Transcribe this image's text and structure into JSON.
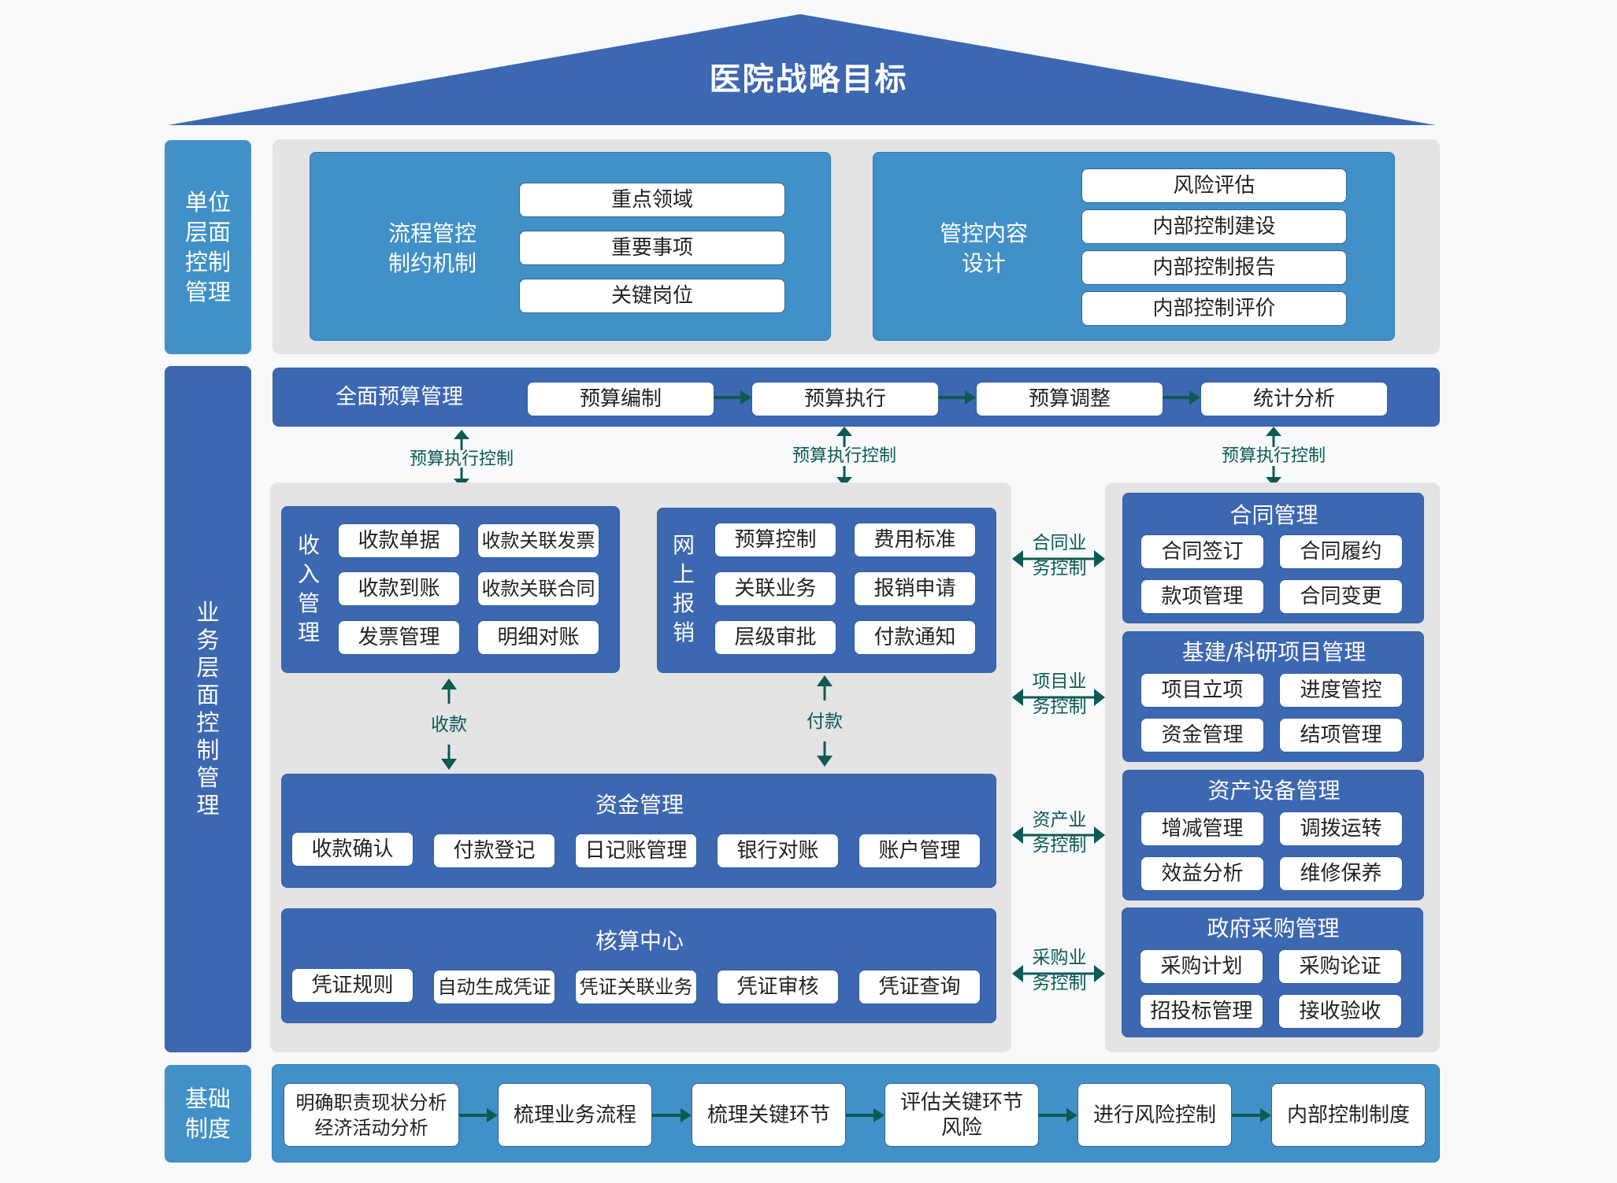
{
  "colors": {
    "roof": "#3c67b1",
    "light_blue": "#4191c8",
    "dark_blue": "#3c67b1",
    "panel_gray": "#e4e4e4",
    "arrow_teal": "#0d5a52",
    "background": "#f7f9fb"
  },
  "roof": {
    "title": "医院战略目标"
  },
  "unit_level": {
    "label": "单位层面控制管理",
    "label_lines": [
      "单位",
      "层面",
      "控制",
      "管理"
    ],
    "process": {
      "title_lines": [
        "流程管控",
        "制约机制"
      ],
      "items": [
        "重点领域",
        "重要事项",
        "关键岗位"
      ]
    },
    "content": {
      "title_lines": [
        "管控内容",
        "设计"
      ],
      "items": [
        "风险评估",
        "内部控制建设",
        "内部控制报告",
        "内部控制评价"
      ]
    }
  },
  "business_level": {
    "label_chars": [
      "业",
      "务",
      "层",
      "面",
      "控",
      "制",
      "管",
      "理"
    ],
    "budget": {
      "title": "全面预算管理",
      "steps": [
        "预算编制",
        "预算执行",
        "预算调整",
        "统计分析"
      ],
      "control_label": "预算执行控制"
    },
    "income": {
      "title_chars": [
        "收",
        "入",
        "管",
        "理"
      ],
      "items": [
        "收款单据",
        "收款关联发票",
        "收款到账",
        "收款关联合同",
        "发票管理",
        "明细对账"
      ]
    },
    "reimburse": {
      "title_chars": [
        "网",
        "上",
        "报",
        "销"
      ],
      "items": [
        "预算控制",
        "费用标准",
        "关联业务",
        "报销申请",
        "层级审批",
        "付款通知"
      ]
    },
    "flow_labels": {
      "receive": "收款",
      "pay": "付款"
    },
    "fund": {
      "title": "资金管理",
      "items": [
        "收款确认",
        "付款登记",
        "日记账管理",
        "银行对账",
        "账户管理"
      ]
    },
    "accounting": {
      "title": "核算中心",
      "items": [
        "凭证规则",
        "自动生成凭证",
        "凭证关联业务",
        "凭证审核",
        "凭证查询"
      ]
    },
    "side_controls": [
      {
        "line1": "合同业",
        "line2": "务控制"
      },
      {
        "line1": "项目业",
        "line2": "务控制"
      },
      {
        "line1": "资产业",
        "line2": "务控制"
      },
      {
        "line1": "采购业",
        "line2": "务控制"
      }
    ],
    "modules": [
      {
        "title": "合同管理",
        "items": [
          "合同签订",
          "合同履约",
          "款项管理",
          "合同变更"
        ]
      },
      {
        "title": "基建/科研项目管理",
        "items": [
          "项目立项",
          "进度管控",
          "资金管理",
          "结项管理"
        ]
      },
      {
        "title": "资产设备管理",
        "items": [
          "增减管理",
          "调拨运转",
          "效益分析",
          "维修保养"
        ]
      },
      {
        "title": "政府采购管理",
        "items": [
          "采购计划",
          "采购论证",
          "招投标管理",
          "接收验收"
        ]
      }
    ]
  },
  "foundation": {
    "label_lines": [
      "基础",
      "制度"
    ],
    "steps": [
      {
        "line1": "明确职责现状分析",
        "line2": "经济活动分析"
      },
      {
        "line1": "梳理业务流程",
        "line2": ""
      },
      {
        "line1": "梳理关键环节",
        "line2": ""
      },
      {
        "line1": "评估关键环节",
        "line2": "风险"
      },
      {
        "line1": "进行风险控制",
        "line2": ""
      },
      {
        "line1": "内部控制制度",
        "line2": ""
      }
    ]
  }
}
